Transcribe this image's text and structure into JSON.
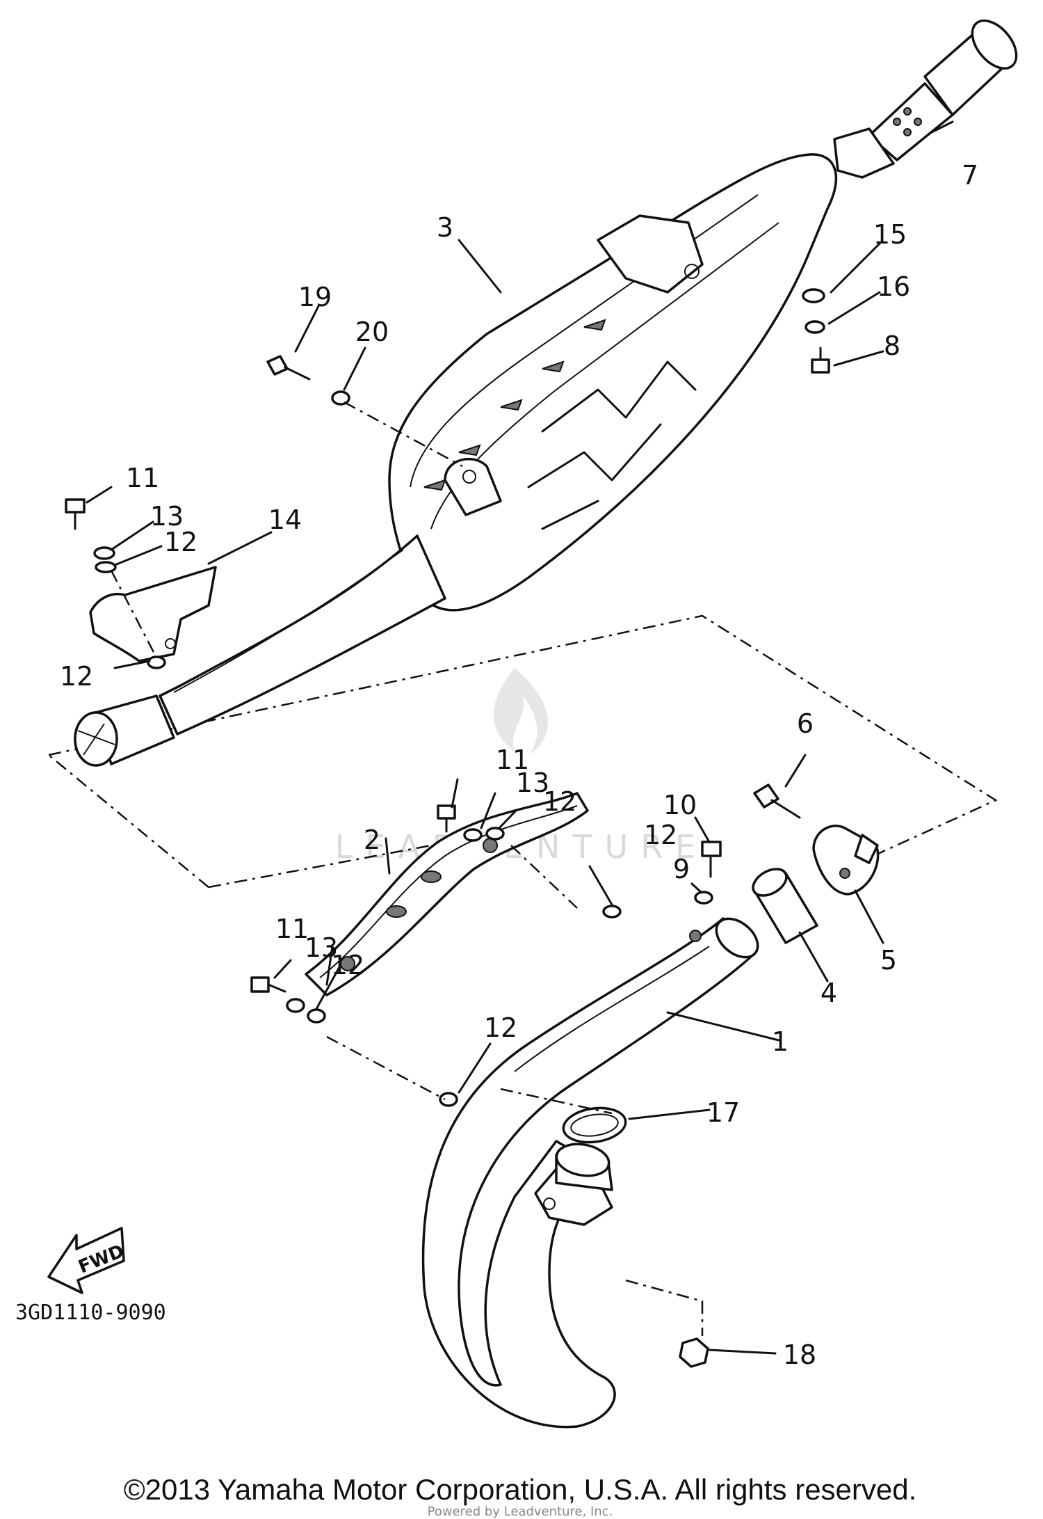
{
  "callouts": [
    "1",
    "2",
    "3",
    "4",
    "5",
    "6",
    "7",
    "8",
    "9",
    "10",
    "11",
    "12",
    "13",
    "14",
    "15",
    "16",
    "17",
    "18",
    "19",
    "20"
  ],
  "labels": {
    "l1": "1",
    "l2": "2",
    "l3": "3",
    "l4": "4",
    "l5": "5",
    "l6": "6",
    "l7": "7",
    "l8": "8",
    "l9": "9",
    "l10": "10",
    "l11a": "11",
    "l11b": "11",
    "l11c": "11",
    "l12a": "12",
    "l12b": "12",
    "l12c": "12",
    "l12d": "12",
    "l12e": "12",
    "l12f": "12",
    "l13a": "13",
    "l13b": "13",
    "l13c": "13",
    "l14": "14",
    "l15": "15",
    "l16": "16",
    "l17": "17",
    "l18": "18",
    "l19": "19",
    "l20": "20"
  },
  "fwd_label": "FWD",
  "diagram_code": "3GD1110-9090",
  "watermark": "LEADVENTURE",
  "copyright": "©2013 Yamaha Motor Corporation, U.S.A. All rights reserved.",
  "footer_small": "Powered by Leadventure, Inc."
}
